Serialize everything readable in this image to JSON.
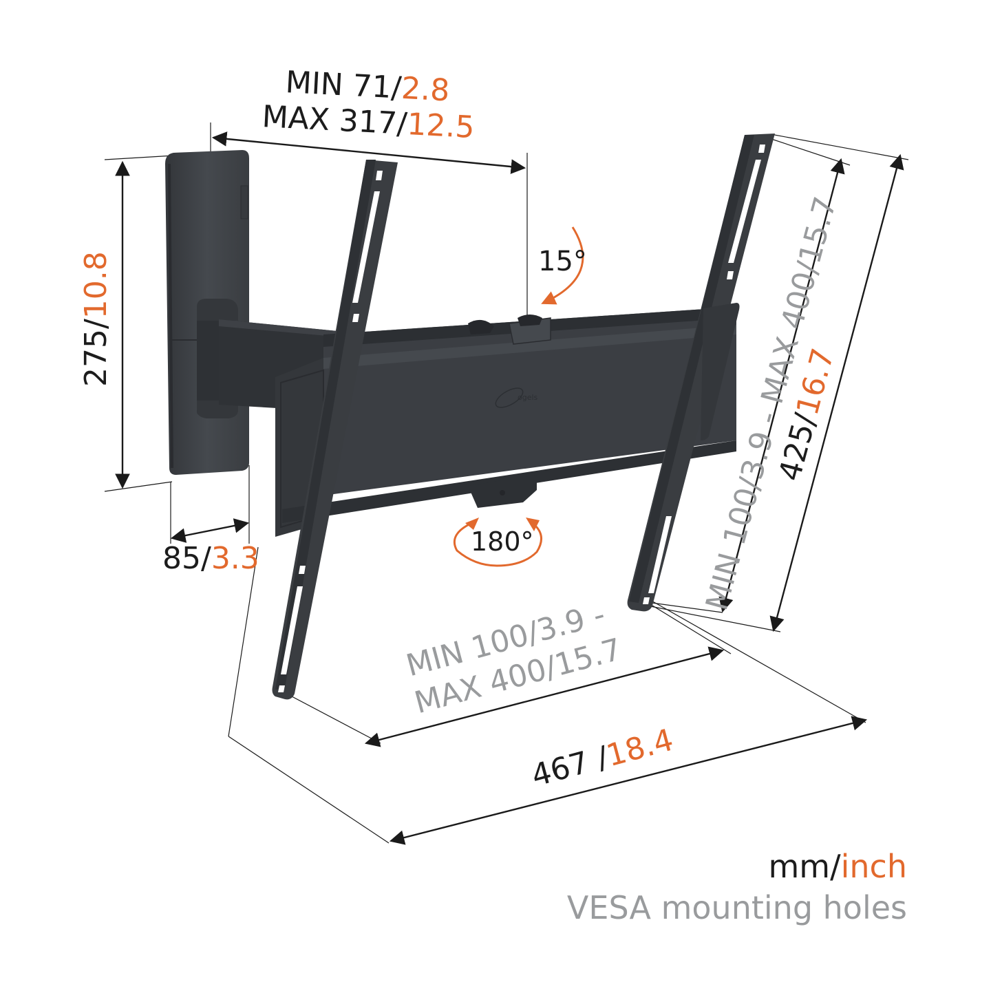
{
  "colors": {
    "metal": "#3c3f43",
    "metal_dark": "#2d3034",
    "metal_light": "#4a4e53",
    "accent_orange": "#e2692d",
    "text_dark": "#1c1c1c",
    "text_grey": "#999b9d",
    "dimension_line": "#1a1a1a"
  },
  "dimensions": {
    "arm_extension": {
      "line1_mm": "MIN 71/",
      "line1_in": "2.8",
      "line2_mm": "MAX 317/",
      "line2_in": "12.5"
    },
    "wall_plate_height": {
      "mm": "275/",
      "in": "10.8"
    },
    "wall_plate_depth": {
      "mm": "85/",
      "in": "3.3"
    },
    "tilt_angle": "15°",
    "swivel_angle": "180°",
    "vesa_vertical": {
      "text": "MIN 100/3.9 - MAX 400/15.7"
    },
    "bracket_height": {
      "mm": "425/",
      "in": "16.7"
    },
    "vesa_horizontal": {
      "line1": "MIN 100/3.9 -",
      "line2": "MAX 400/15.7"
    },
    "overall_width": {
      "mm": "467 /",
      "in": "18.4"
    }
  },
  "legend": {
    "units_mm": "mm/",
    "units_inch": "inch",
    "vesa_note": "VESA mounting holes"
  },
  "icons": {
    "tilt": "curved-arrow-icon",
    "swivel": "rotation-arrows-icon",
    "logo": "brand-logo-icon"
  }
}
